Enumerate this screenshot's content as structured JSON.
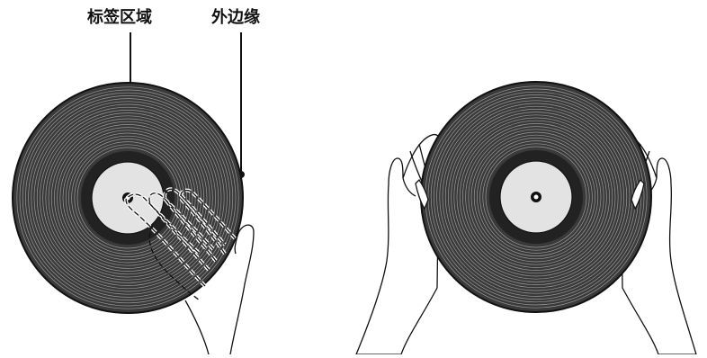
{
  "callouts": {
    "label_area": "标签区域",
    "outer_edge": "外边缘"
  },
  "colors": {
    "record": "#3a3a3a",
    "groove": "#9a9a9a",
    "label": "#e3e3e3",
    "outline": "#111111",
    "background": "#ffffff"
  },
  "illustrations": [
    {
      "name": "wrong-handling",
      "description_icon": "record-touching-label-area"
    },
    {
      "name": "correct-handling",
      "description_icon": "record-held-by-edges"
    }
  ]
}
